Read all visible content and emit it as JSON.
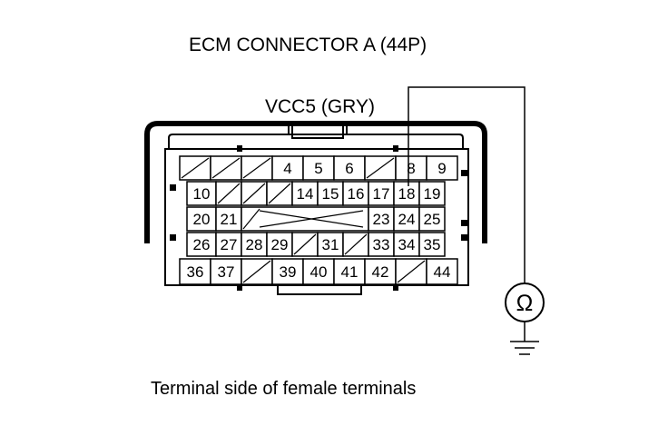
{
  "title": "ECM CONNECTOR A (44P)",
  "probe_label": "VCC5 (GRY)",
  "caption": "Terminal side of female terminals",
  "meter_symbol": "Ω",
  "meter_icon": "ohmmeter-icon",
  "ground_icon": "ground-icon",
  "probe_terminal": "18",
  "rows": [
    {
      "cells": [
        "",
        "",
        "",
        "4",
        "5",
        "6",
        "",
        "8",
        "9"
      ]
    },
    {
      "cells": [
        "10",
        "",
        "",
        "",
        "14",
        "15",
        "16",
        "17",
        "18",
        "19"
      ]
    },
    {
      "cells": [
        "20",
        "21",
        "",
        "23",
        "24",
        "25"
      ]
    },
    {
      "cells": [
        "26",
        "27",
        "28",
        "29",
        "",
        "31",
        "",
        "33",
        "34",
        "35"
      ]
    },
    {
      "cells": [
        "36",
        "37",
        "",
        "39",
        "40",
        "41",
        "42",
        "",
        "44"
      ]
    }
  ]
}
